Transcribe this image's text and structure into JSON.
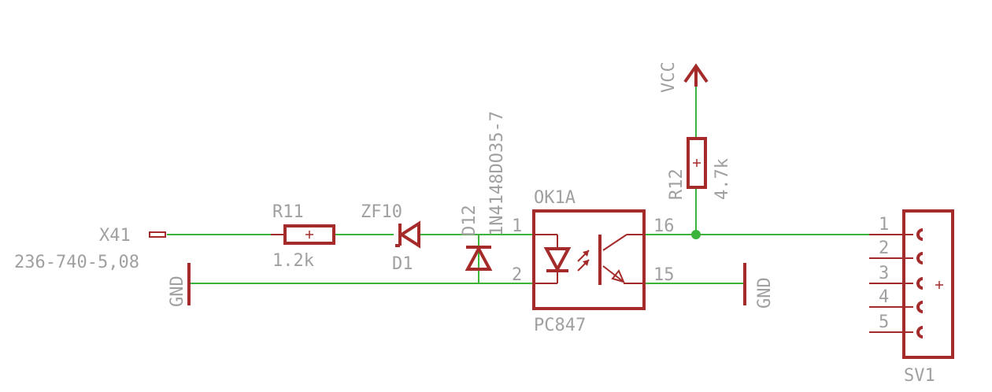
{
  "components": {
    "x41": {
      "name": "X41",
      "value": "236-740-5,08"
    },
    "r11": {
      "name": "R11",
      "value": "1.2k"
    },
    "d1": {
      "name": "D1",
      "value": "ZF10"
    },
    "d12": {
      "name": "D12",
      "value": "1N4148DO35-7"
    },
    "ok1a": {
      "name": "OK1A",
      "value": "PC847",
      "pin1": "1",
      "pin2": "2",
      "pin16": "16",
      "pin15": "15"
    },
    "r12": {
      "name": "R12",
      "value": "4.7k"
    },
    "vcc": {
      "name": "VCC"
    },
    "gnd_left": {
      "name": "GND"
    },
    "gnd_right": {
      "name": "GND"
    },
    "sv1": {
      "name": "SV1",
      "pins": [
        "1",
        "2",
        "3",
        "4",
        "5"
      ]
    }
  },
  "colors": {
    "wire": "#3cb43c",
    "part": "#a52a2a",
    "text": "#a0a0a0"
  }
}
